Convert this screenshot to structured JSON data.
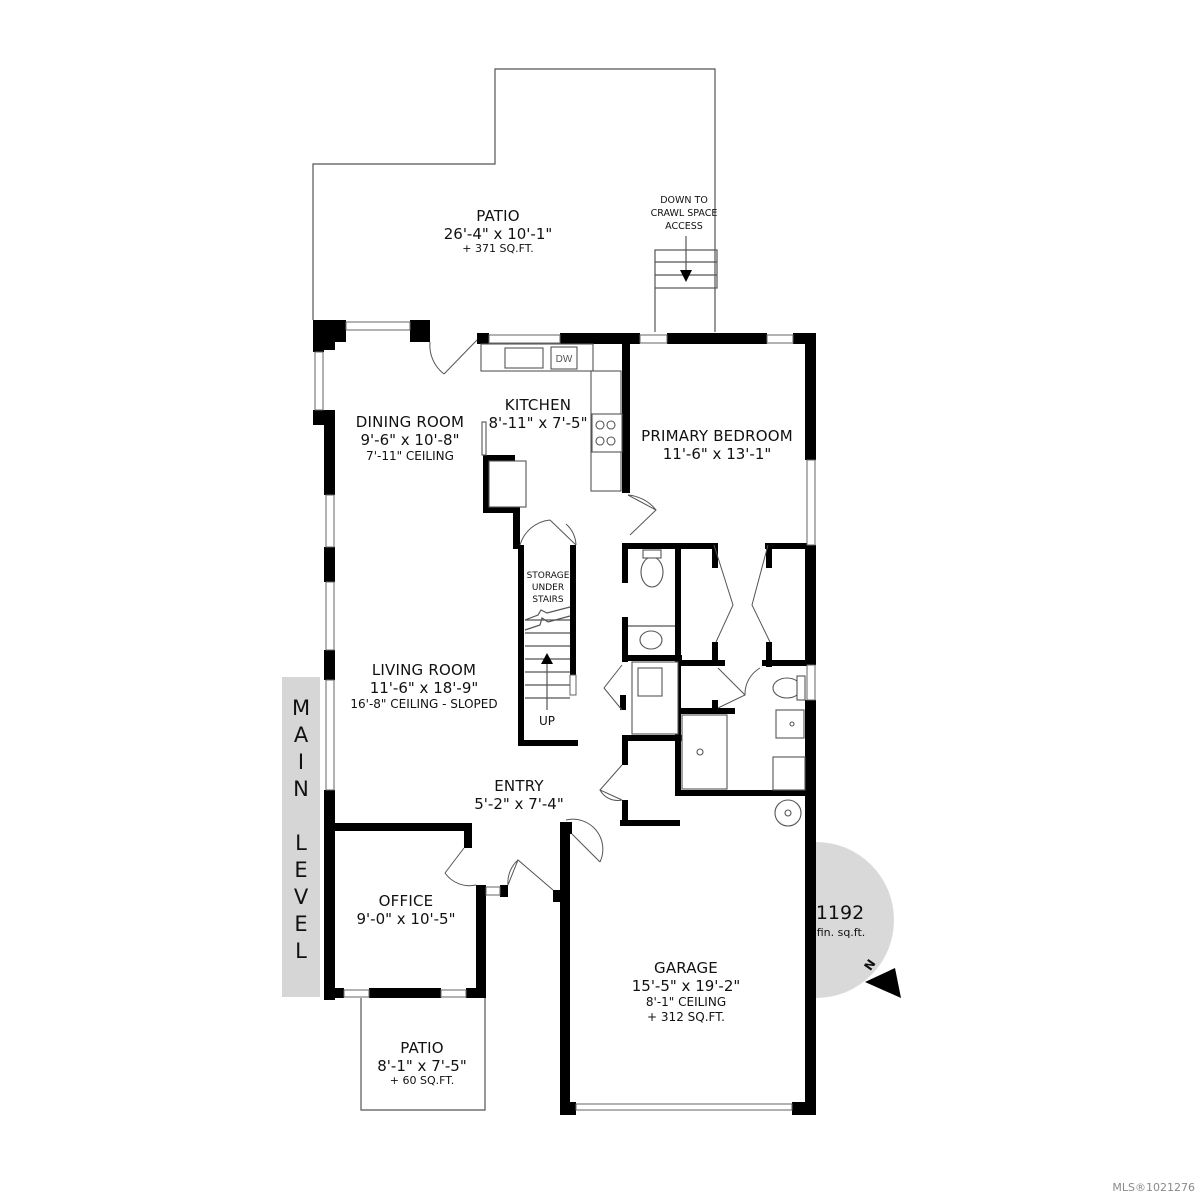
{
  "floor": {
    "level_label": [
      "M",
      "A",
      "I",
      "N",
      "",
      "L",
      "E",
      "V",
      "E",
      "L"
    ],
    "level_text": "MAIN LEVEL"
  },
  "rooms": {
    "patio_rear": {
      "name": "PATIO",
      "dims": "26'-4\" x 10'-1\"",
      "area": "+ 371 SQ.FT."
    },
    "crawl": {
      "line1": "DOWN TO",
      "line2": "CRAWL SPACE",
      "line3": "ACCESS"
    },
    "dining": {
      "name": "DINING ROOM",
      "dims": "9'-6\" x 10'-8\"",
      "ceiling": "7'-11\" CEILING"
    },
    "kitchen": {
      "name": "KITCHEN",
      "dims": "8'-11\" x 7'-5\"",
      "dw": "DW"
    },
    "primary_bed": {
      "name": "PRIMARY BEDROOM",
      "dims": "11'-6\" x 13'-1\""
    },
    "storage": {
      "line1": "STORAGE",
      "line2": "UNDER",
      "line3": "STAIRS",
      "stairs_label": "UP"
    },
    "living": {
      "name": "LIVING ROOM",
      "dims": "11'-6\" x 18'-9\"",
      "ceiling": "16'-8\" CEILING - SLOPED"
    },
    "entry": {
      "name": "ENTRY",
      "dims": "5'-2\" x 7'-4\""
    },
    "office": {
      "name": "OFFICE",
      "dims": "9'-0\" x 10'-5\""
    },
    "patio_front": {
      "name": "PATIO",
      "dims": "8'-1\" x 7'-5\"",
      "area": "+ 60 SQ.FT."
    },
    "garage": {
      "name": "GARAGE",
      "dims": "15'-5\" x 19'-2\"",
      "ceiling": "8'-1\" CEILING",
      "area": "+ 312 SQ.FT."
    }
  },
  "summary": {
    "finished_sqft": "1192",
    "unit": "fin. sq.ft.",
    "north": "N"
  },
  "colors": {
    "wall": "#000000",
    "tab_bg": "#d6d6d6",
    "badge_bg": "#d9d9d9",
    "line": "#555555"
  },
  "footer": {
    "mls": "MLS®1021276"
  }
}
